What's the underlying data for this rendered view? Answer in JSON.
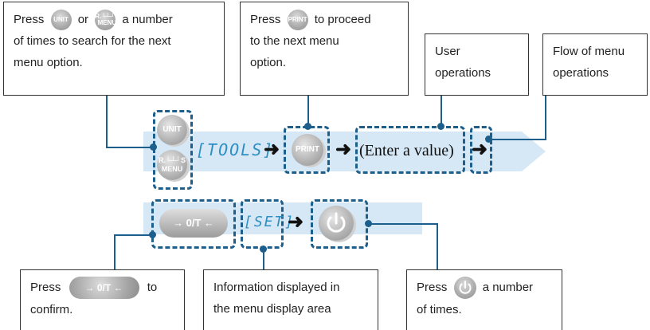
{
  "callouts": {
    "unit_menu": {
      "press": "Press",
      "or": "or",
      "rest1": "a number",
      "line2": "of times to search for the next",
      "line3": "menu option."
    },
    "print": {
      "press": "Press",
      "rest1": "to proceed",
      "line2": "to the next menu",
      "line3": "option."
    },
    "user_ops": {
      "line1": "User",
      "line2": "operations"
    },
    "flow": {
      "line1": "Flow of menu",
      "line2": "operations"
    },
    "confirm": {
      "press": "Press",
      "to": "to",
      "line2": "confirm."
    },
    "display": {
      "line1": "Information displayed in",
      "line2": "the menu display area"
    },
    "power": {
      "press": "Press",
      "rest1": "a number",
      "line2": "of times."
    }
  },
  "buttons": {
    "unit": "UNIT",
    "menu_top": "R.└┴┘S",
    "menu": "MENU",
    "print": "PRINT",
    "zero_tare": "→ 0/T ←",
    "power_icon": "power-icon"
  },
  "display": {
    "tools": "[TOOLS]",
    "set": "[SET]",
    "enter_value": "(Enter a value)"
  },
  "arrows": {
    "right": "➜"
  },
  "colors": {
    "band": "#d6e8f6",
    "dashed": "#1c5f8c",
    "segment": "#2d8fc4"
  }
}
